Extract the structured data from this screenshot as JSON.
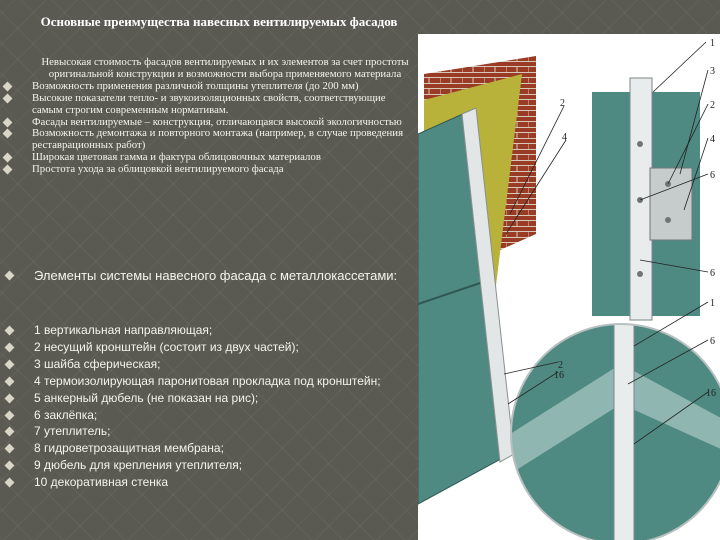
{
  "slide": {
    "title": "Основные преимущества навесных вентилируемых фасадов"
  },
  "advantages": {
    "intro": "Невысокая стоимость фасадов вентилируемых и их элементов за счет простоты оригинальной конструкции и возможности выбора применяемого материала",
    "items": [
      "Возможность применения различной толщины утеплителя (до 200 мм)",
      "Высокие показатели тепло- и звукоизоляционных свойств, соответствующие самым строгим современным нормативам.",
      "Фасады вентилируемые – конструкция, отличающаяся высокой экологичностью",
      "Возможность демонтажа и повторного монтажа (например, в случае проведения реставрационных работ)",
      "Широкая цветовая гамма и фактура облицовочных материалов",
      "Простота ухода за облицовкой вентилируемого фасада"
    ]
  },
  "elements_section": {
    "heading": "Элементы системы навесного фасада с металлокассетами:",
    "items": [
      "1 вертикальная направляющая;",
      "2 несущий кронштейн (состоит из двух частей);",
      "3 шайба сферическая;",
      "4 термоизолирующая паронитовая прокладка под кронштейн;",
      "5 анкерный дюбель (не показан на рис);",
      "6 заклёпка;",
      "7 утеплитель;",
      "8 гидроветрозащитная мембрана;",
      "9 дюбель для крепления утеплителя;",
      "10 декоративная стенка"
    ]
  },
  "diagram": {
    "callouts_top_right": [
      "1",
      "3",
      "2",
      "4",
      "6",
      "6"
    ],
    "callouts_top_left": [
      "2",
      "4"
    ],
    "callouts_bottom_right": [
      "1",
      "6",
      "16"
    ],
    "callouts_bottom_left": [
      "2",
      "16"
    ]
  },
  "colors": {
    "background": "#5a5a52",
    "text": "#f4f4ee",
    "brick": "#9a3b26",
    "insulation": "#b8b23a",
    "cassette": "#4f8a82",
    "rail": "#d4d8d8"
  }
}
